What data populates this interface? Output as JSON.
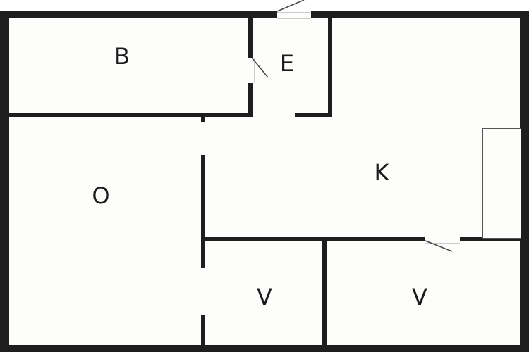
{
  "floorplan": {
    "colors": {
      "wall": "#1e1e1e",
      "floor": "#fdfdfb",
      "background": "#ffffff",
      "text": "#1a1a1a"
    },
    "rooms": [
      {
        "id": "B",
        "label": "B"
      },
      {
        "id": "E",
        "label": "E"
      },
      {
        "id": "K",
        "label": "K"
      },
      {
        "id": "O",
        "label": "O"
      },
      {
        "id": "V1",
        "label": "V"
      },
      {
        "id": "V2",
        "label": "V"
      }
    ],
    "doors": [
      {
        "id": "entrance",
        "location": "top wall of E"
      },
      {
        "id": "b-to-e",
        "location": "wall between B and E"
      },
      {
        "id": "k-to-v",
        "location": "wall between K and right V"
      }
    ],
    "fixtures": [
      {
        "id": "kitchen-counter",
        "location": "right side of K"
      }
    ]
  }
}
